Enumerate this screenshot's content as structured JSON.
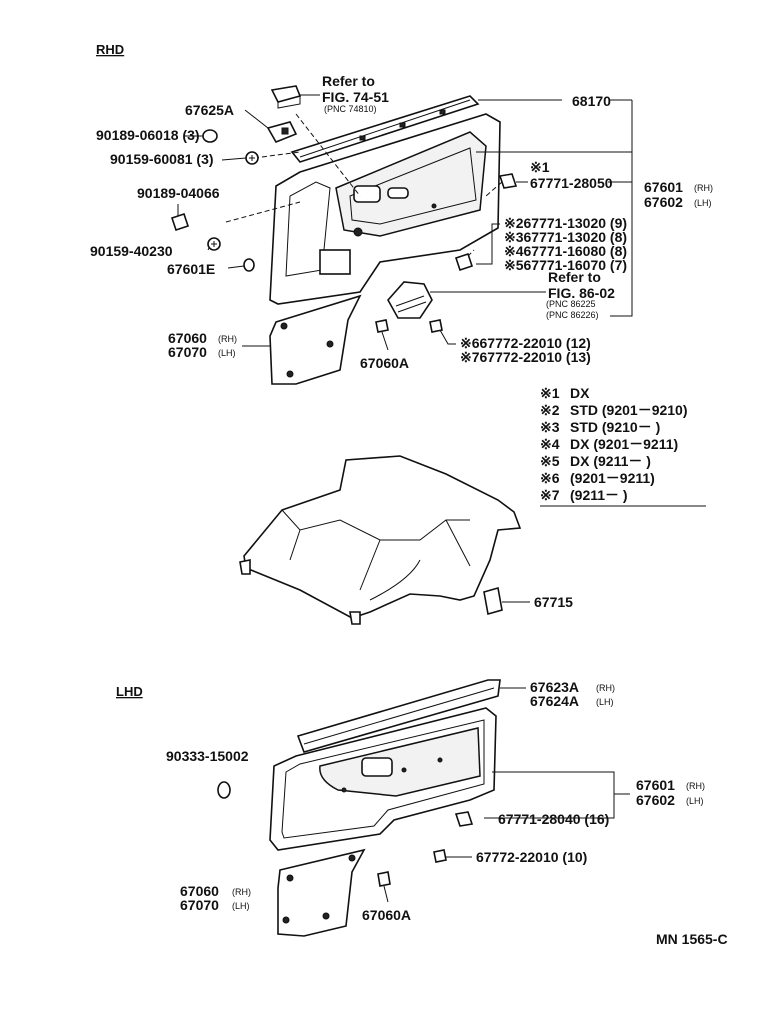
{
  "sections": {
    "rhd": "RHD",
    "lhd": "LHD"
  },
  "refs": {
    "fig7451": {
      "line1": "Refer to",
      "line2": "FIG. 74-51",
      "pnc": "(PNC 74810)"
    },
    "fig8602": {
      "line1": "Refer to",
      "line2": "FIG. 86-02",
      "pnc1": "(PNC 86225",
      "pnc2": "(PNC 86226)"
    }
  },
  "rhd_labels": {
    "p67625a": "67625A",
    "p68170": "68170",
    "p9018906018": "90189-06018 (3)",
    "p9015960081": "90159-60081 (3)",
    "p9018904066": "90189-04066",
    "p9015940230": "90159-40230",
    "p67601e": "67601E",
    "star1": "※1",
    "p6777128050": "67771-28050",
    "p67601": "67601",
    "rh": "(RH)",
    "p67602": "67602",
    "lh": "(LH)",
    "s2": "※267771-13020 (9)",
    "s3": "※367771-13020 (8)",
    "s4": "※467771-16080 (8)",
    "s5": "※567771-16070 (7)",
    "p67060": "67060",
    "p67070": "67070",
    "p67060a": "67060A",
    "s6": "※667772-22010 (12)",
    "s7": "※767772-22010 (13)"
  },
  "legend": [
    {
      "mark": "※1",
      "text": "DX"
    },
    {
      "mark": "※2",
      "text": "STD (9201－9210)"
    },
    {
      "mark": "※3",
      "text": "STD (9210－        )"
    },
    {
      "mark": "※4",
      "text": "DX  (9201－9211)"
    },
    {
      "mark": "※5",
      "text": "DX  (9211－        )"
    },
    {
      "mark": "※6",
      "text": "(9201－9211)"
    },
    {
      "mark": "※7",
      "text": "(9211－        )"
    }
  ],
  "mid_labels": {
    "p67715": "67715"
  },
  "lhd_labels": {
    "p67623a": "67623A",
    "rh": "(RH)",
    "p67624a": "67624A",
    "lh": "(LH)",
    "p9033315002": "90333-15002",
    "p67601": "67601",
    "p67602": "67602",
    "p6777128040": "67771-28040 (16)",
    "p6777222010": "67772-22010 (10)",
    "p67060": "67060",
    "p67070": "67070",
    "p67060a": "67060A"
  },
  "footer": {
    "code": "MN 1565-C"
  }
}
